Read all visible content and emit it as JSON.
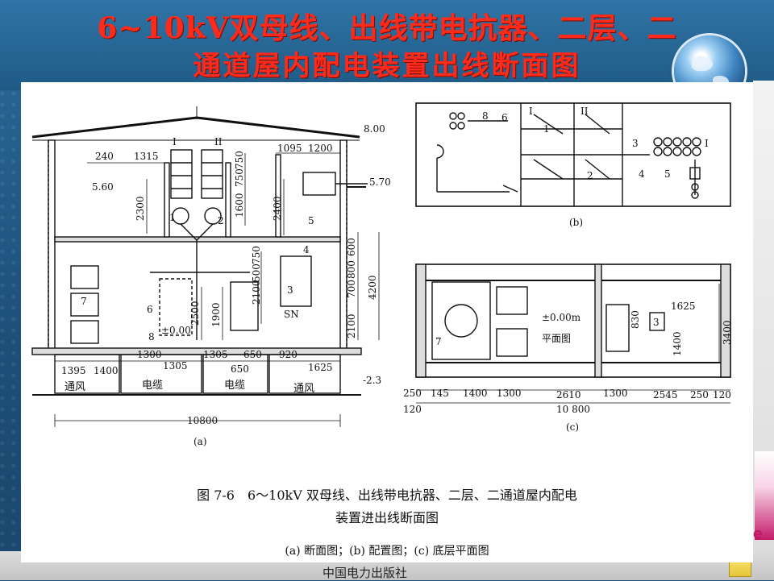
{
  "slide": {
    "title_line1": "6~10kV双母线、出线带电抗器、二层、二",
    "title_line2": "通道屋内配电装置出线断面图",
    "footer": "中国电力出版社",
    "corner_text": "e"
  },
  "figure": {
    "caption_main": "图 7-6　6～10kV 双母线、出线带电抗器、二层、二通道屋内配电",
    "caption_line2": "装置进出线断面图",
    "caption_sub": "(a) 断面图；(b) 配置图；(c) 底层平面图",
    "panel_a": {
      "label": "(a)",
      "elev_800": "8.00",
      "elev_570": "5.70",
      "elev_560": "5.60",
      "elev_000": "±0.00",
      "elev_neg23": "-2.3",
      "dims_top": [
        "240",
        "1315",
        "1095",
        "1200"
      ],
      "dims_vertical": [
        "2300",
        "1600",
        "750",
        "750",
        "2400",
        "2100",
        "700",
        "800",
        "600",
        "4200",
        "2500",
        "1900",
        "2100",
        "500",
        "750"
      ],
      "dims_bottom_row1": [
        "1300",
        "1305",
        "650",
        "920"
      ],
      "dims_bottom_row2": [
        "1395",
        "1400",
        "1305",
        "650",
        "1625"
      ],
      "dim_total": "10800",
      "labels": {
        "bus_I": "I",
        "bus_II": "II",
        "n1": "1",
        "n2": "2",
        "n3": "3",
        "n4": "4",
        "n5": "5",
        "n6": "6",
        "n7": "7",
        "n8": "8",
        "sn": "SN",
        "vent_left": "通风",
        "cable1": "电缆",
        "cable2": "电缆",
        "vent_right": "通风"
      }
    },
    "panel_b": {
      "label": "(b)",
      "labels": [
        "8",
        "6",
        "I",
        "II",
        "1",
        "2",
        "3",
        "4",
        "5",
        "I"
      ]
    },
    "panel_c": {
      "label": "(c)",
      "elev": "±0.00m",
      "plan_label": "平面图",
      "n7": "7",
      "n3": "3",
      "dims_right": [
        "1625",
        "830",
        "1400",
        "3400"
      ],
      "dims_bottom": [
        "250",
        "145",
        "1400",
        "1300",
        "2610",
        "1300",
        "2545",
        "250",
        "120"
      ],
      "dim_120_left": "120",
      "dim_total": "10 800"
    }
  }
}
